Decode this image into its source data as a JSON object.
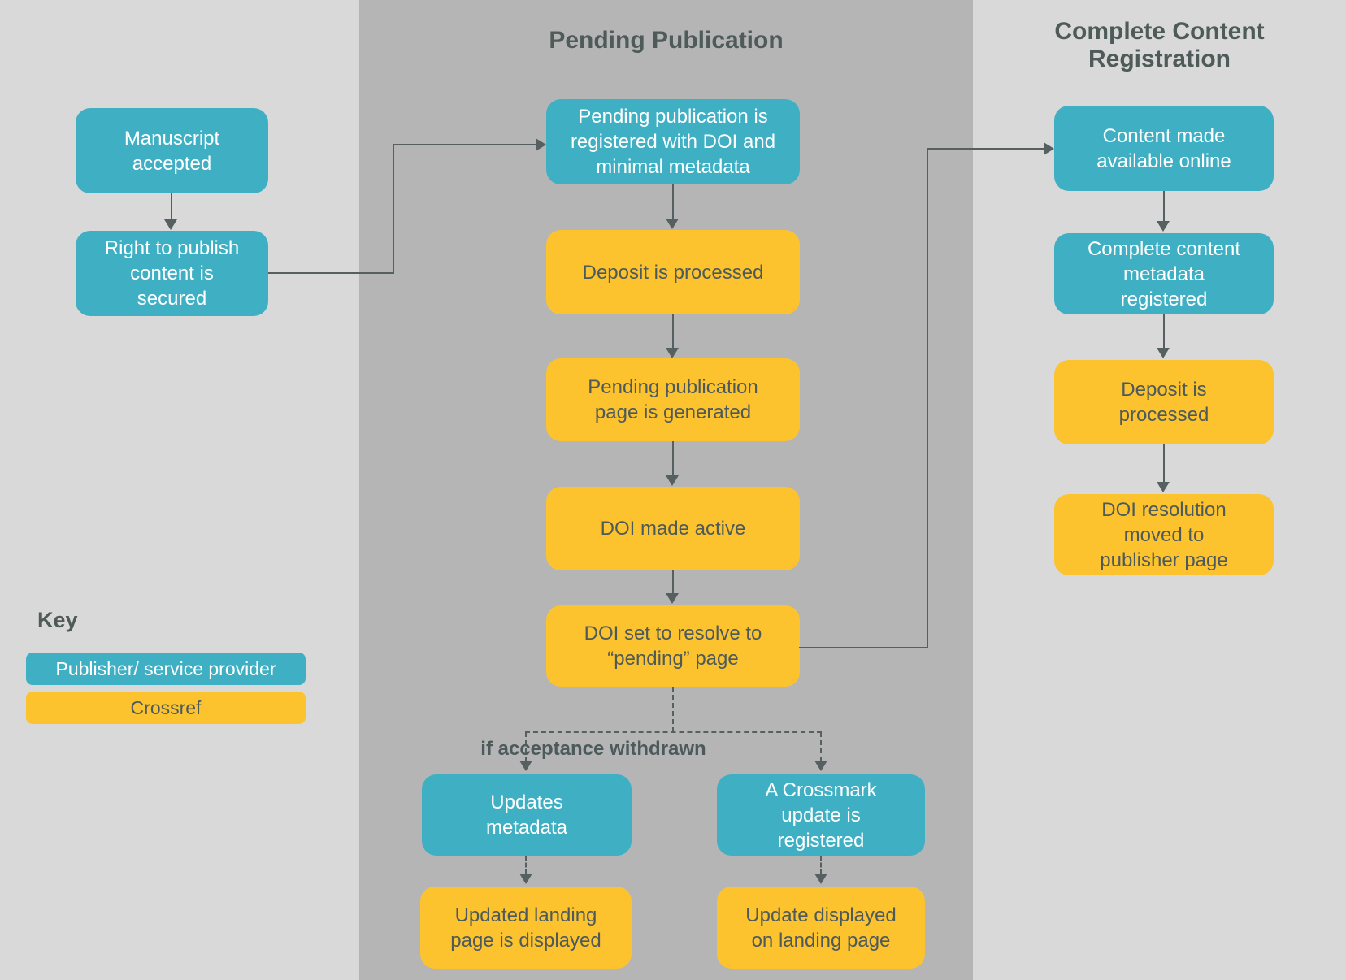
{
  "palette": {
    "teal": "#3FB0C4",
    "yellow": "#FCC32F",
    "background_side": "#D9D9D9",
    "background_middle": "#B5B5B5",
    "line": "#566060",
    "text_dark": "#4D5A5B",
    "text_light": "#FFFFFF"
  },
  "titles": {
    "middle": "Pending Publication",
    "right": "Complete Content\nRegistration"
  },
  "condition_label": "if acceptance withdrawn",
  "key": {
    "heading": "Key",
    "publisher_label": "Publisher/ service provider",
    "crossref_label": "Crossref"
  },
  "nodes": {
    "manuscript_accepted": "Manuscript\naccepted",
    "right_to_publish": "Right to publish\ncontent is\nsecured",
    "pending_registered": "Pending publication is\nregistered with DOI and\nminimal metadata",
    "deposit_processed_mid": "Deposit is processed",
    "pending_page_generated": "Pending publication\npage is generated",
    "doi_made_active": "DOI made active",
    "doi_resolve_pending": "DOI set to resolve to\n“pending” page",
    "updates_metadata": "Updates\nmetadata",
    "crossmark_update": "A Crossmark\nupdate is\nregistered",
    "updated_landing_page": "Updated landing\npage is displayed",
    "update_displayed": "Update displayed\non landing page",
    "content_available": "Content made\navailable online",
    "complete_metadata": "Complete content\nmetadata\nregistered",
    "deposit_processed_right": "Deposit is\nprocessed",
    "doi_resolution_moved": "DOI resolution\nmoved to\npublisher page"
  }
}
